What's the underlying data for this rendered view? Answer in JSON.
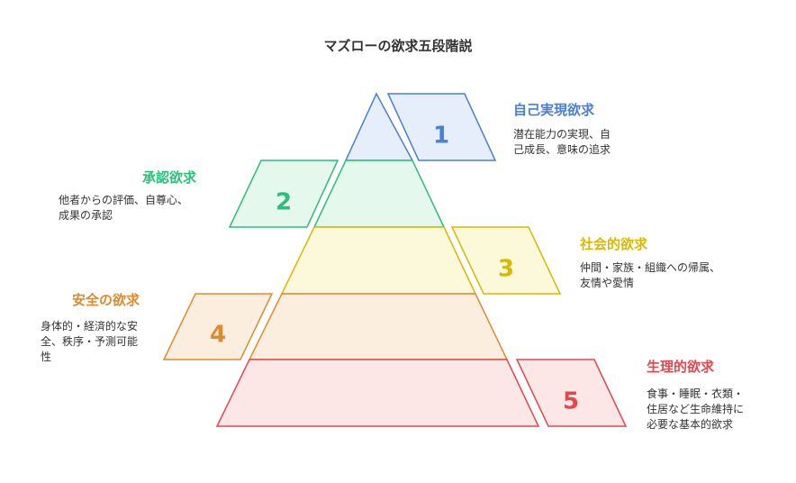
{
  "title": "マズローの欲求五段階説",
  "levels": [
    {
      "number": "1",
      "name": "自己実現欲求",
      "desc_lines": [
        "潜在能力の実現、自",
        "己成長、意味の追求"
      ],
      "color": "#4A7FD4",
      "fill": "#E6EEFB"
    },
    {
      "number": "2",
      "name": "承認欲求",
      "desc_lines": [
        "他者からの評価、自尊心、",
        "成果の承認"
      ],
      "color": "#2DBE7A",
      "fill": "#E4F8EE"
    },
    {
      "number": "3",
      "name": "社会的欲求",
      "desc_lines": [
        "仲間・家族・組織への帰属、",
        "友情や愛情"
      ],
      "color": "#D9B800",
      "fill": "#FCF8DA"
    },
    {
      "number": "4",
      "name": "安全の欲求",
      "desc_lines": [
        "身体的・経済的な安",
        "全、秩序・予測可能",
        "性"
      ],
      "color": "#E08A2E",
      "fill": "#FCEEDF"
    },
    {
      "number": "5",
      "name": "生理的欲求",
      "desc_lines": [
        "食事・睡眠・衣類・",
        "住居など生命維持に",
        "必要な基本的欲求"
      ],
      "color": "#E0484E",
      "fill": "#FCE6E6"
    }
  ]
}
